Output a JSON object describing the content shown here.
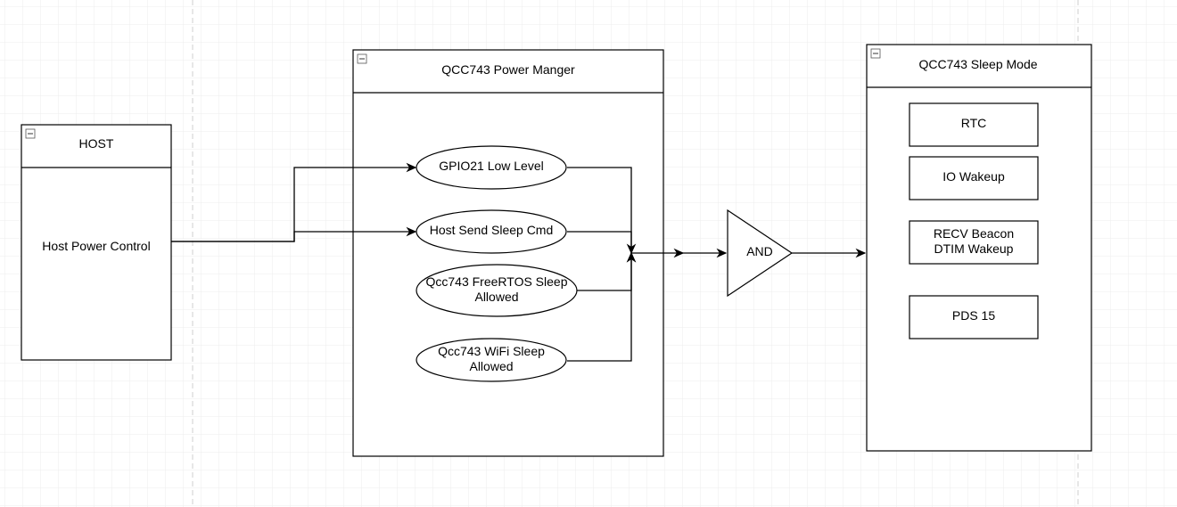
{
  "diagram": {
    "host": {
      "title": "HOST",
      "label": "Host Power Control",
      "collapse_icon": "minus-box-icon"
    },
    "power_manager": {
      "title": "QCC743 Power Manger",
      "collapse_icon": "minus-box-icon",
      "conditions": [
        {
          "lines": [
            "GPIO21 Low Level"
          ]
        },
        {
          "lines": [
            "Host Send Sleep Cmd"
          ]
        },
        {
          "lines": [
            "Qcc743 FreeRTOS Sleep",
            "Allowed"
          ]
        },
        {
          "lines": [
            "Qcc743 WiFi Sleep",
            "Allowed"
          ]
        }
      ]
    },
    "gate": {
      "label": "AND"
    },
    "sleep_mode": {
      "title": "QCC743 Sleep Mode",
      "collapse_icon": "minus-box-icon",
      "items": [
        {
          "lines": [
            "RTC"
          ]
        },
        {
          "lines": [
            "IO Wakeup"
          ]
        },
        {
          "lines": [
            "RECV Beacon",
            "DTIM Wakeup"
          ]
        },
        {
          "lines": [
            "PDS 15"
          ]
        }
      ]
    },
    "colors": {
      "stroke": "#000000",
      "grid": "#e8e8e8",
      "page_break": "#c8c8c8",
      "background": "#ffffff"
    }
  }
}
